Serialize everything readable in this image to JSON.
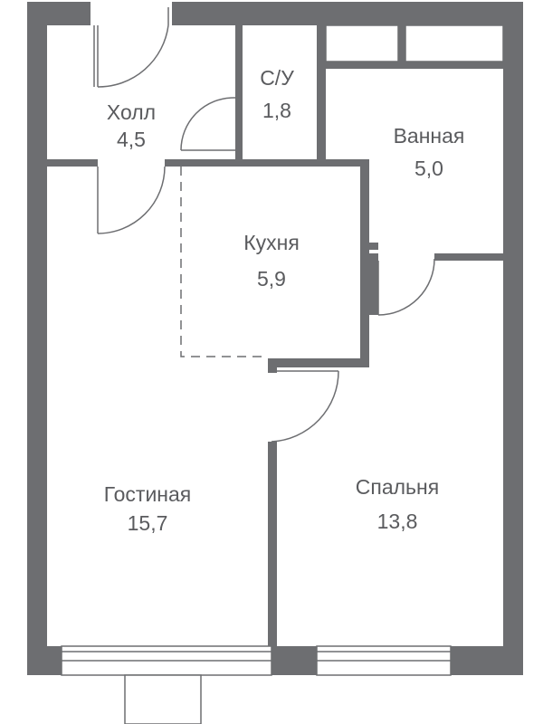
{
  "floorplan": {
    "colors": {
      "wall": "#6d6e71",
      "background": "#ffffff",
      "text": "#5a5b5e",
      "door_line": "#6d6e71"
    },
    "rooms": {
      "hall": {
        "name": "Холл",
        "area": "4,5"
      },
      "toilet": {
        "name": "С/У",
        "area": "1,8"
      },
      "bathroom": {
        "name": "Ванная",
        "area": "5,0"
      },
      "kitchen": {
        "name": "Кухня",
        "area": "5,9"
      },
      "living": {
        "name": "Гостиная",
        "area": "15,7"
      },
      "bedroom": {
        "name": "Спальня",
        "area": "13,8"
      }
    }
  }
}
